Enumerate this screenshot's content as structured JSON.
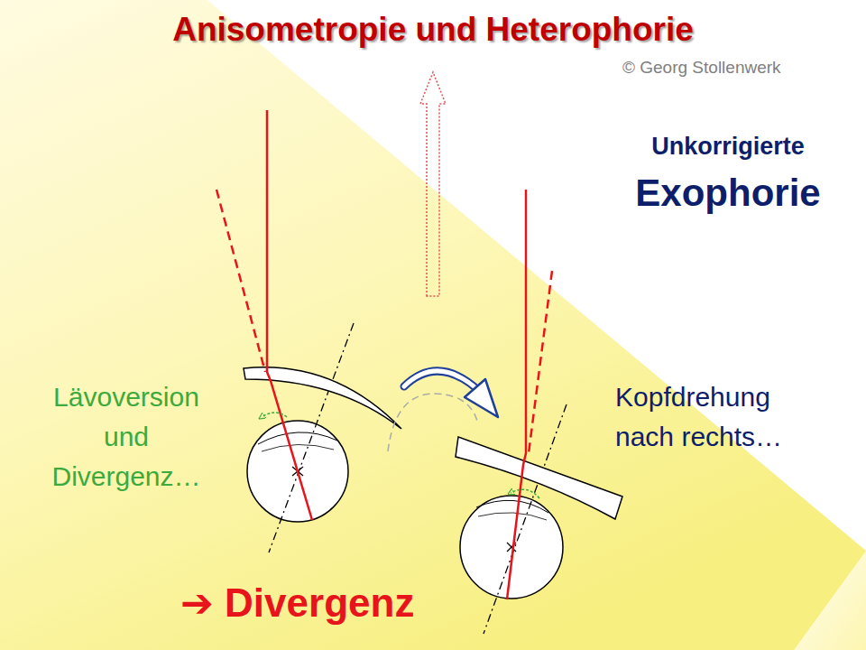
{
  "diagram": {
    "title": "Anisometropie und Heterophorie",
    "labels": [
      "© Georg Stollenwerk",
      "Unkorrigierte",
      "Exophorie",
      "Lävoversion und Divergenz…",
      "Kopfdrehung nach rechts…",
      "➔ Divergenz"
    ]
  }
}
